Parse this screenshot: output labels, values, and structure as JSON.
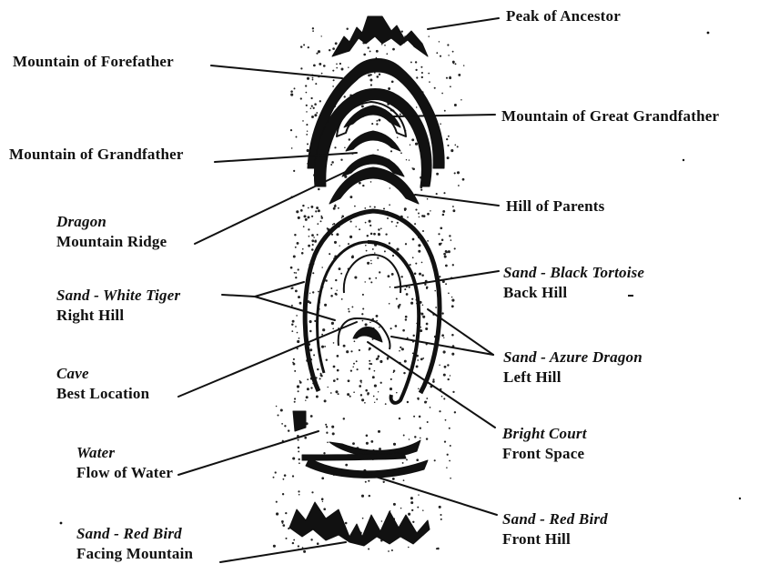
{
  "labels": {
    "peak_of_ancestor": "Peak of Ancestor",
    "mountain_of_forefather": "Mountain of Forefather",
    "mountain_of_great_grandfather": "Mountain of Great Grandfather",
    "mountain_of_grandfather": "Mountain of Grandfather",
    "hill_of_parents": "Hill of Parents",
    "dragon": {
      "italic": "Dragon",
      "regular": "Mountain Ridge"
    },
    "white_tiger": {
      "italic": "Sand - White Tiger",
      "regular": "Right Hill"
    },
    "black_tortoise": {
      "italic": "Sand - Black Tortoise",
      "regular": "Back Hill"
    },
    "azure_dragon": {
      "italic": "Sand - Azure Dragon",
      "regular": "Left Hill"
    },
    "cave": {
      "italic": "Cave",
      "regular": "Best Location"
    },
    "bright_court": {
      "italic": "Bright Court",
      "regular": "Front Space"
    },
    "water": {
      "italic": "Water",
      "regular": "Flow of Water"
    },
    "red_bird_front": {
      "italic": "Sand - Red Bird",
      "regular": "Front Hill"
    },
    "red_bird_facing": {
      "italic": "Sand - Red Bird",
      "regular": "Facing Mountain"
    }
  },
  "colors": {
    "ink": "#111111",
    "paper": "#ffffff"
  }
}
